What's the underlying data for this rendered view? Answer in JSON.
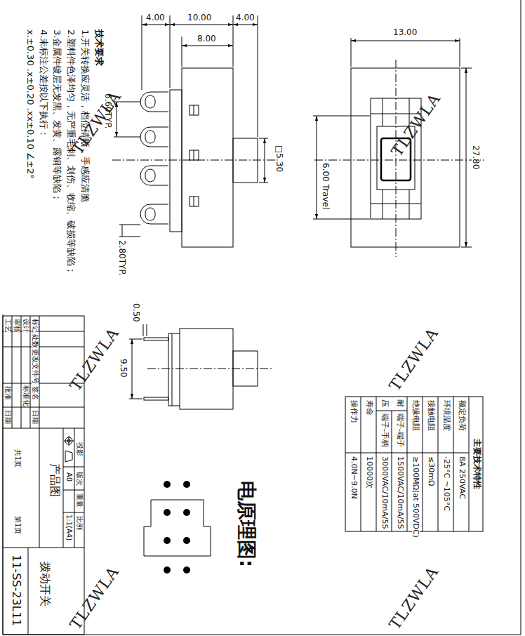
{
  "diagram": {
    "labels": [
      "技术要求",
      "1.开关转换应灵活，档位清晰，手感应清脆",
      "2.塑料件色泽均匀，无严重毛刺、划伤、收缩、破损等缺陷；",
      "3.金属件镀层无发黑、发黄、露铜等缺陷；",
      "4.未标注公差按以下执行：",
      "x.±0.30 .x±0.20 .xx±0.10 ∠±2°",
      "4.00",
      "10.00",
      "4.00",
      "8.00",
      "13.00",
      "6.60TYP.",
      "□5.30",
      "2.80TYP.",
      "6.00 Travel",
      "27.80",
      "0.50",
      "9.50",
      "主要技术特性",
      "额定负荷",
      "8A 250VAC",
      "环境温度",
      "-25°C ~105°C",
      "接触电阻",
      "≤30mΩ",
      "绝缘电阻",
      "≥100MΩ(at 500VDC)",
      "耐",
      "端子-端子",
      "1500VAC/10mA/5S",
      "压",
      "端子-手柄",
      "3000VAC/10mA/5S",
      "寿命",
      "10000次",
      "操作力",
      "4.0N~9.0N",
      "电原理图:",
      "标记",
      "处数",
      "更改文件号",
      "签名",
      "日期",
      "设计",
      "标准化",
      "审核",
      "工艺",
      "批准",
      "日期",
      "投影",
      "版次",
      "重量",
      "比例",
      "A0",
      "1:1(A4)",
      "产品图",
      "共1页",
      "第1页",
      "拨动开关",
      "11-SS-23L11",
      "TLZWLA",
      "TLZWLA",
      "TLZWLA",
      "TLZWLA",
      "TLZWLA",
      "TLZWLA"
    ]
  }
}
